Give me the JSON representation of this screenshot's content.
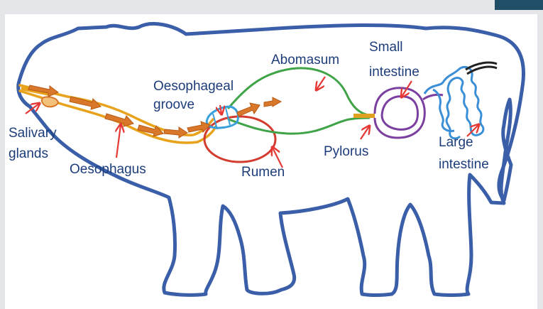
{
  "diagram": {
    "labels": {
      "salivary_glands_line1": "Salivary",
      "salivary_glands_line2": "glands",
      "oesophagus": "Oesophagus",
      "oesophageal_groove_line1": "Oesophageal",
      "oesophageal_groove_line2": "groove",
      "rumen": "Rumen",
      "abomasum": "Abomasum",
      "small_intestine_line1": "Small",
      "small_intestine_line2": "intestine",
      "pylorus": "Pylorus",
      "large_intestine_line1": "Large",
      "large_intestine_line2": "intestine"
    },
    "colors": {
      "background": "#e4e6ea",
      "panel": "#ffffff",
      "corner_tab": "#1f4e66",
      "body_outline": "#3a5fa8",
      "oesophagus": "#e8a21c",
      "food_arrows": "#d9772a",
      "rumen": "#d33b2e",
      "abomasum": "#3fa447",
      "small_intestine": "#7b3fa0",
      "pylorus": "#e0a020",
      "groove": "#3aa0dc",
      "large_intestine": "#3b8fd6",
      "pointer_arrows": "#e53935",
      "label_text": "#1d3d7a"
    }
  }
}
